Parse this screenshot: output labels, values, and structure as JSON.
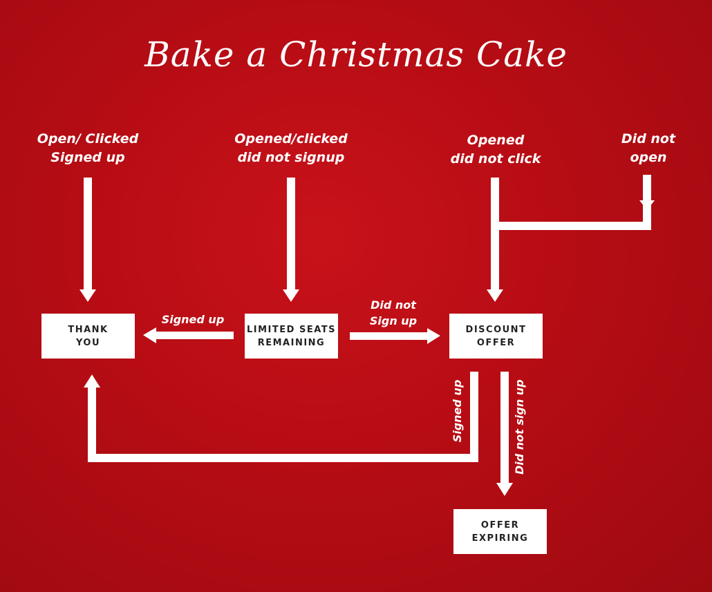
{
  "title": "Bake a Christmas Cake",
  "sources": {
    "open_clicked_signed_up": "Open/ Clicked\nSigned up",
    "opened_clicked_no_signup": "Opened/clicked\ndid not signup",
    "opened_no_click": "Opened\ndid not click",
    "did_not_open": "Did not\nopen"
  },
  "nodes": {
    "thank_you": "THANK\nYOU",
    "limited_seats": "LIMITED SEATS\nREMAINING",
    "discount_offer": "DISCOUNT\nOFFER",
    "offer_expiring": "OFFER\nEXPIRING"
  },
  "edges": {
    "signed_up_left": "Signed up",
    "did_not_sign_up_right": "Did not\nSign up",
    "signed_up_vertical": "Signed up",
    "did_not_sign_up_vertical": "Did not sign up"
  },
  "colors": {
    "background": "#b60c14",
    "foreground": "#ffffff",
    "node_text": "#222222"
  }
}
